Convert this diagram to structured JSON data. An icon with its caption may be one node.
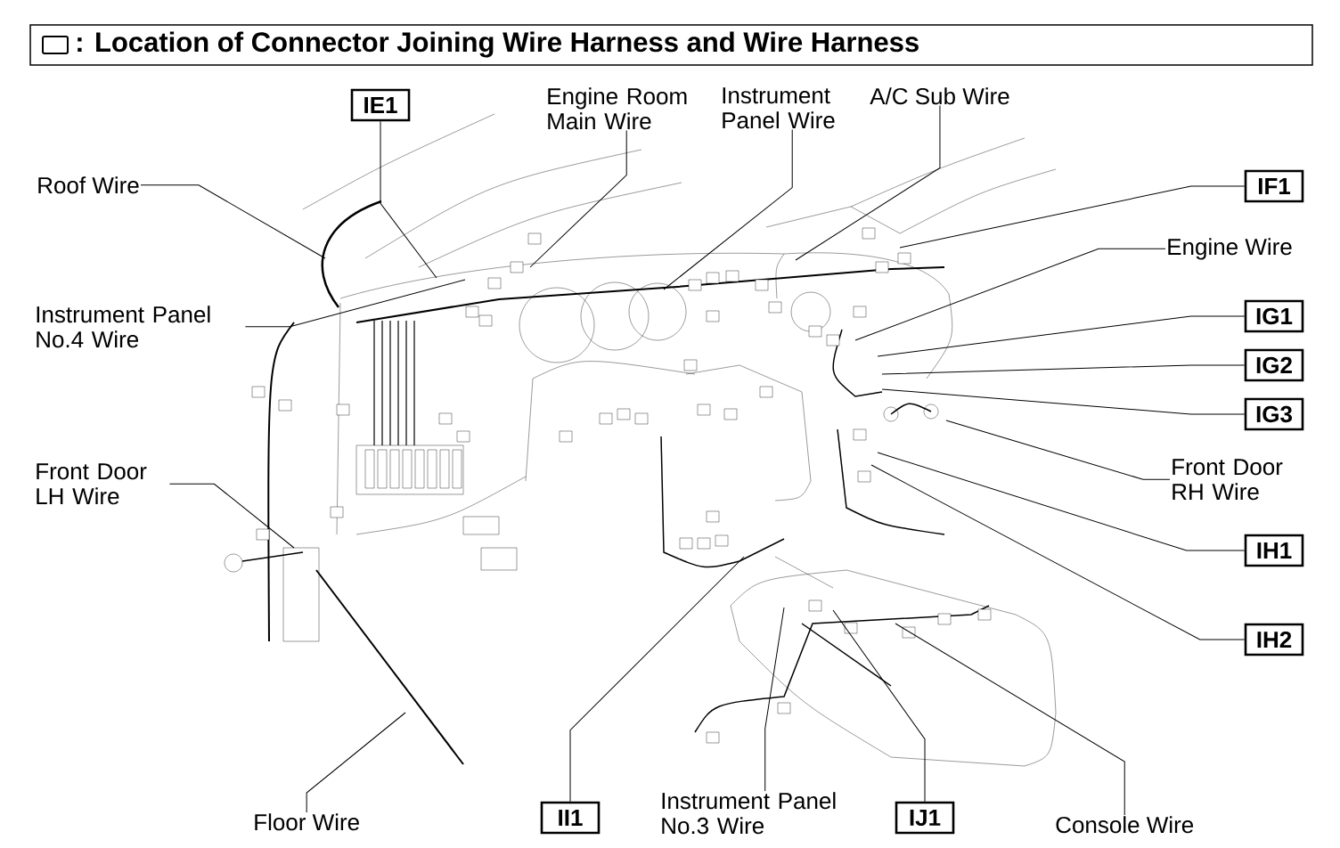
{
  "diagram": {
    "title": ": Location of Connector Joining Wire Harness and Wire Harness",
    "nodes": [
      {
        "text": [
          "IE1"
        ]
      },
      {
        "text": [
          "Engine Room Main Wire"
        ]
      },
      {
        "text": [
          "Instrument Panel Wire"
        ]
      },
      {
        "text": [
          "A/C Sub Wire"
        ]
      },
      {
        "text": [
          "Roof Wire"
        ]
      },
      {
        "text": [
          "IF1"
        ]
      },
      {
        "text": [
          "Engine Wire"
        ]
      },
      {
        "text": [
          "Instrument Panel No.4 Wire"
        ]
      },
      {
        "text": [
          "IG1"
        ]
      },
      {
        "text": [
          "IG2"
        ]
      },
      {
        "text": [
          "IG3"
        ]
      },
      {
        "text": [
          "Front Door LH Wire"
        ]
      },
      {
        "text": [
          "Front Door RH Wire"
        ]
      },
      {
        "text": [
          "IH1"
        ]
      },
      {
        "text": [
          "IH2"
        ]
      },
      {
        "text": [
          "Floor Wire"
        ]
      },
      {
        "text": [
          "II1"
        ]
      },
      {
        "text": [
          "Instrument Panel No.3 Wire"
        ]
      },
      {
        "text": [
          "IJ1"
        ]
      },
      {
        "text": [
          "Console Wire"
        ]
      }
    ],
    "edges": [
      {
        "from": 0,
        "to": null,
        "arrow": "none"
      },
      {
        "from": 1,
        "to": null,
        "arrow": "none"
      },
      {
        "from": 2,
        "to": null,
        "arrow": "none"
      },
      {
        "from": 3,
        "to": null,
        "arrow": "none"
      },
      {
        "from": 4,
        "to": null,
        "arrow": "none"
      },
      {
        "from": 5,
        "to": null,
        "arrow": "none"
      },
      {
        "from": 6,
        "to": null,
        "arrow": "none"
      },
      {
        "from": 7,
        "to": null,
        "arrow": "none"
      },
      {
        "from": 8,
        "to": null,
        "arrow": "none"
      },
      {
        "from": 9,
        "to": null,
        "arrow": "none"
      },
      {
        "from": 10,
        "to": null,
        "arrow": "none"
      },
      {
        "from": 11,
        "to": null,
        "arrow": "none"
      },
      {
        "from": 12,
        "to": null,
        "arrow": "none"
      },
      {
        "from": 13,
        "to": null,
        "arrow": "none"
      },
      {
        "from": 14,
        "to": null,
        "arrow": "none"
      },
      {
        "from": 15,
        "to": null,
        "arrow": "none"
      },
      {
        "from": 16,
        "to": null,
        "arrow": "none"
      },
      {
        "from": 17,
        "to": null,
        "arrow": "none"
      },
      {
        "from": 18,
        "to": null,
        "arrow": "none"
      },
      {
        "from": 19,
        "to": null,
        "arrow": "none"
      }
    ]
  }
}
